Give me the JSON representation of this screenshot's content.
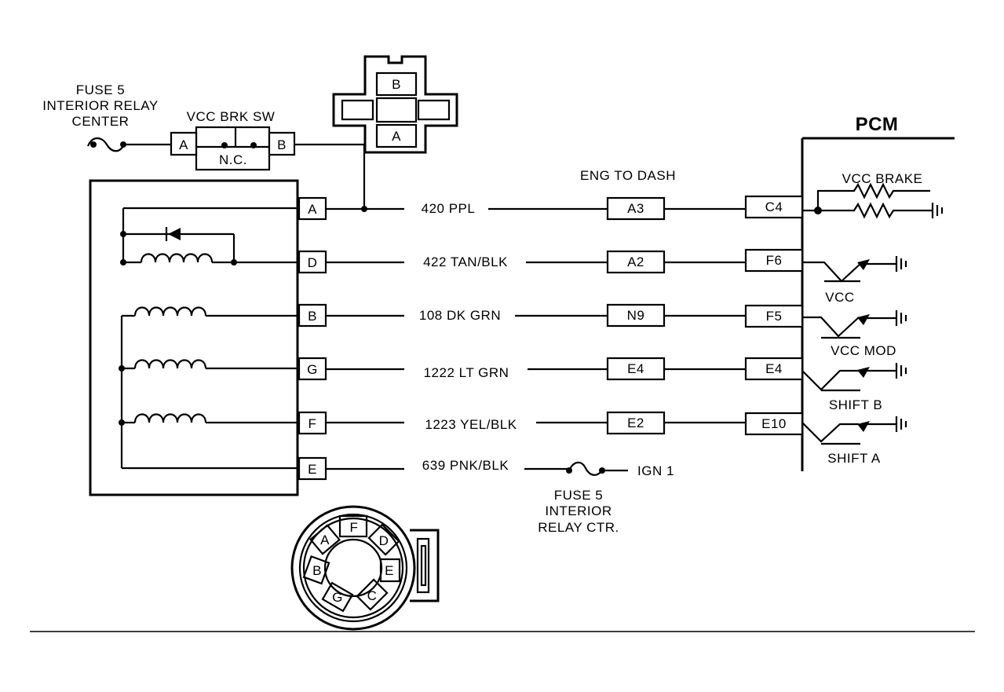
{
  "fuse_top": {
    "line1": "FUSE 5",
    "line2": "INTERIOR RELAY",
    "line3": "CENTER"
  },
  "brake_switch": {
    "title": "VCC BRK SW",
    "pin_a": "A",
    "pin_b": "B",
    "state": "N.C."
  },
  "top_connector": {
    "pin_b": "B",
    "pin_a": "A"
  },
  "pcm_label": "PCM",
  "eng_to_dash_label": "ENG TO DASH",
  "vcc_brake_label": "VCC BRAKE",
  "circuits": [
    {
      "pin": "A",
      "wire": "420 PPL",
      "dash": "A3",
      "pcm": "C4"
    },
    {
      "pin": "D",
      "wire": "422 TAN/BLK",
      "dash": "A2",
      "pcm": "F6",
      "output": "VCC"
    },
    {
      "pin": "B",
      "wire": "108 DK GRN",
      "dash": "N9",
      "pcm": "F5",
      "output": "VCC MOD"
    },
    {
      "pin": "G",
      "wire": "1222 LT GRN",
      "dash": "E4",
      "pcm": "E4",
      "output": "SHIFT B"
    },
    {
      "pin": "F",
      "wire": "1223 YEL/BLK",
      "dash": "E2",
      "pcm": "E10",
      "output": "SHIFT A"
    },
    {
      "pin": "E",
      "wire": "639 PNK/BLK"
    }
  ],
  "ign_label": "IGN 1",
  "fuse_bottom": {
    "line1": "FUSE 5",
    "line2": "INTERIOR",
    "line3": "RELAY CTR."
  },
  "round_connector": {
    "pins": [
      "F",
      "D",
      "E",
      "C",
      "G",
      "B",
      "A"
    ]
  }
}
